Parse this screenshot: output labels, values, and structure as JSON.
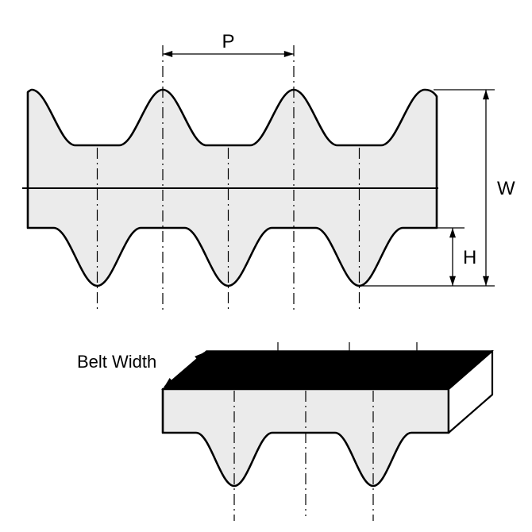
{
  "diagram": {
    "labels": {
      "pitch": "P",
      "width": "W",
      "height": "H",
      "belt_width": "Belt Width"
    },
    "colors": {
      "belt_fill": "#ebebeb",
      "outline": "#000000",
      "top_face_fill": "#000000",
      "end_face_fill": "#ffffff",
      "background": "#ffffff"
    }
  }
}
